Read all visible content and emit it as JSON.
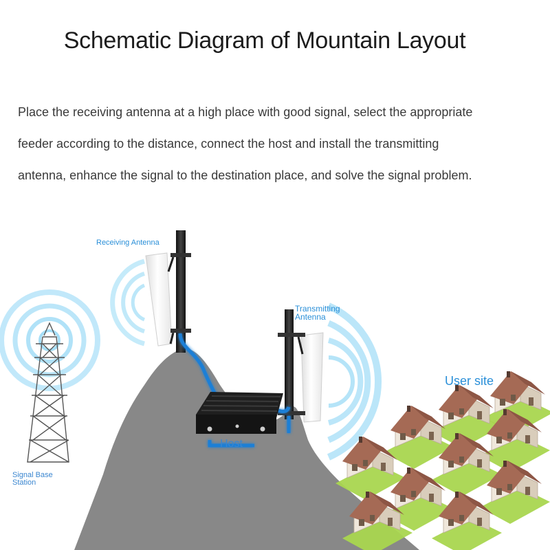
{
  "header": {
    "title": "Schematic Diagram of Mountain Layout"
  },
  "description": {
    "lines": [
      "Place the receiving antenna at a high place with good signal, select the appropriate",
      "feeder according to the distance, connect the host and install the transmitting",
      "antenna, enhance the signal to the destination place, and solve the signal problem."
    ]
  },
  "labels": {
    "receiving_antenna": "Receiving Antenna",
    "transmitting_antenna_line1": "Transmitting",
    "transmitting_antenna_line2": "Antenna",
    "user_site": "User site",
    "host": "Host",
    "base_station_line1": "Signal Base",
    "base_station_line2": "Station"
  },
  "colors": {
    "mountain": "#888888",
    "signal_wave": "#7fd0f2",
    "cable": "#1f7fd6",
    "label_blue": "#2a8fd8",
    "roof": "#a56a55",
    "wall": "#efe7db",
    "lawn": "#a9d64f"
  },
  "icons": [
    "lattice-tower-icon",
    "panel-antenna-icon",
    "repeater-host-icon",
    "house-icon"
  ]
}
